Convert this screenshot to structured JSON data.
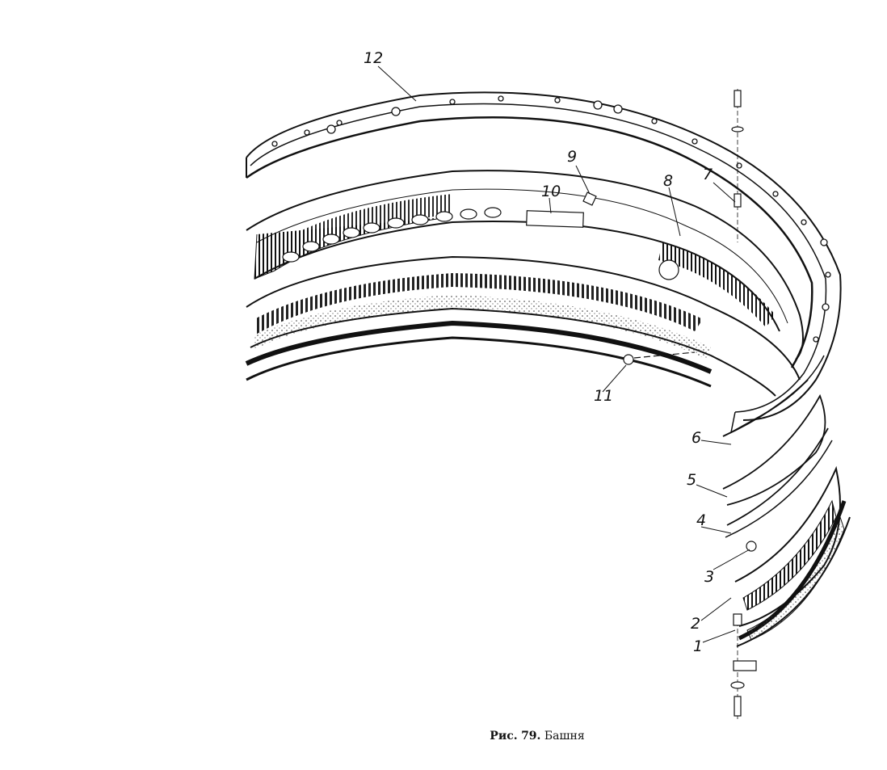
{
  "figure": {
    "callouts": [
      {
        "id": "12",
        "label": "12"
      },
      {
        "id": "9",
        "label": "9"
      },
      {
        "id": "10",
        "label": "10"
      },
      {
        "id": "8",
        "label": "8"
      },
      {
        "id": "7",
        "label": "7"
      },
      {
        "id": "11",
        "label": "11"
      },
      {
        "id": "6",
        "label": "6"
      },
      {
        "id": "5",
        "label": "5"
      },
      {
        "id": "4",
        "label": "4"
      },
      {
        "id": "3",
        "label": "3"
      },
      {
        "id": "2",
        "label": "2"
      },
      {
        "id": "1",
        "label": "1"
      }
    ],
    "caption": {
      "prefix": "Рис.",
      "number": "79.",
      "text": "Башня"
    }
  }
}
